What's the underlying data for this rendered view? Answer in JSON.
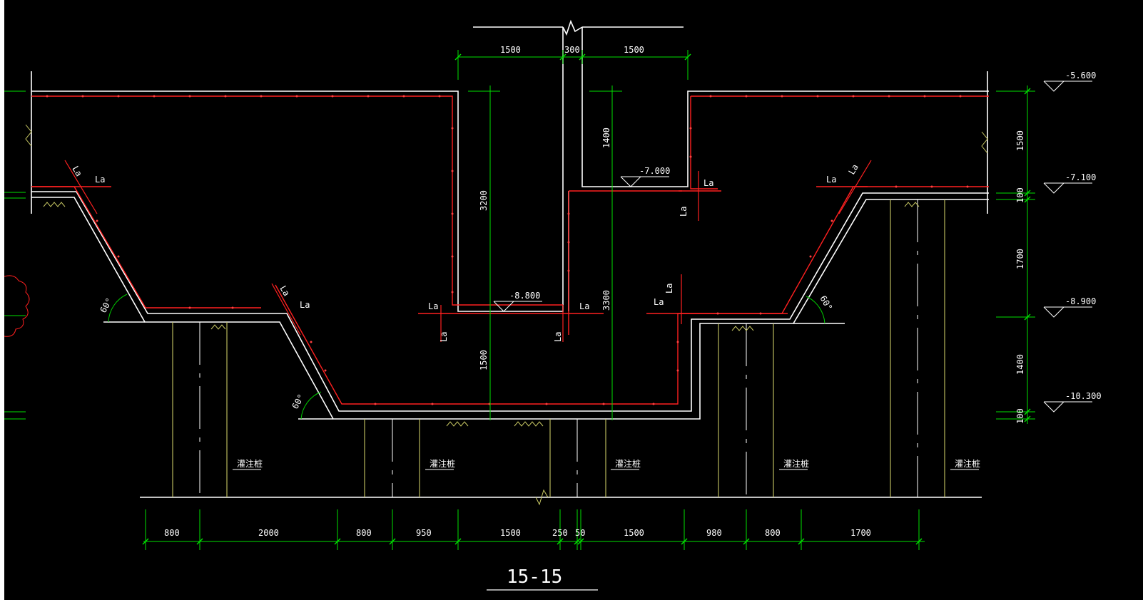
{
  "drawing": {
    "section_title": "15-15",
    "colors": {
      "background": "#000000",
      "outline": "#ffffff",
      "rebar": "#ff0000",
      "dimension": "#00ff00",
      "pile": "#c8c864",
      "angle": "#00cc00"
    },
    "top_dims": [
      "1500",
      "300",
      "1500"
    ],
    "bottom_dims": [
      "800",
      "2000",
      "800",
      "950",
      "1500",
      "250",
      "50",
      "1500",
      "980",
      "800",
      "1700"
    ],
    "right_dims": [
      "1500",
      "100",
      "1700",
      "1400",
      "100"
    ],
    "elevations": [
      "-5.600",
      "-7.100",
      "-8.900",
      "-10.300"
    ],
    "inner_elevations": [
      "-7.000",
      "-8.800"
    ],
    "inner_dims": [
      "1400",
      "3200",
      "3300",
      "1500"
    ],
    "angle_label": "60°",
    "anchorage_label": "La",
    "pile_label": "灌注桩"
  }
}
